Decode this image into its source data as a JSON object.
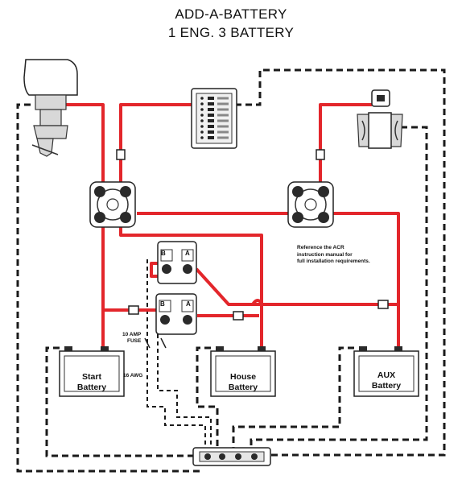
{
  "title": {
    "line1": "ADD-A-BATTERY",
    "line2": "1 ENG. 3 BATTERY"
  },
  "batteries": {
    "start": {
      "line1": "Start",
      "line2": "Battery"
    },
    "house": {
      "line1": "House",
      "line2": "Battery"
    },
    "aux": {
      "line1": "AUX",
      "line2": "Battery"
    }
  },
  "labels": {
    "fuse_line1": "10 AMP",
    "fuse_line2": "FUSE",
    "wire_gauge": "16 AWG",
    "switch_left": "B",
    "switch_right": "A"
  },
  "note": {
    "line1": "Reference the ACR",
    "line2": "instruction manual for",
    "line3": "full installation requirements."
  },
  "colors": {
    "positive_wire": "#e3262b",
    "negative_wire": "#1a1a1a"
  },
  "icons": {
    "engine": "outboard-motor-icon",
    "windlass": "windlass-icon",
    "panel": "breaker-panel-icon",
    "selector_switch": "battery-switch-icon",
    "acr": "automatic-charging-relay-icon",
    "busbar": "negative-busbar-icon"
  }
}
